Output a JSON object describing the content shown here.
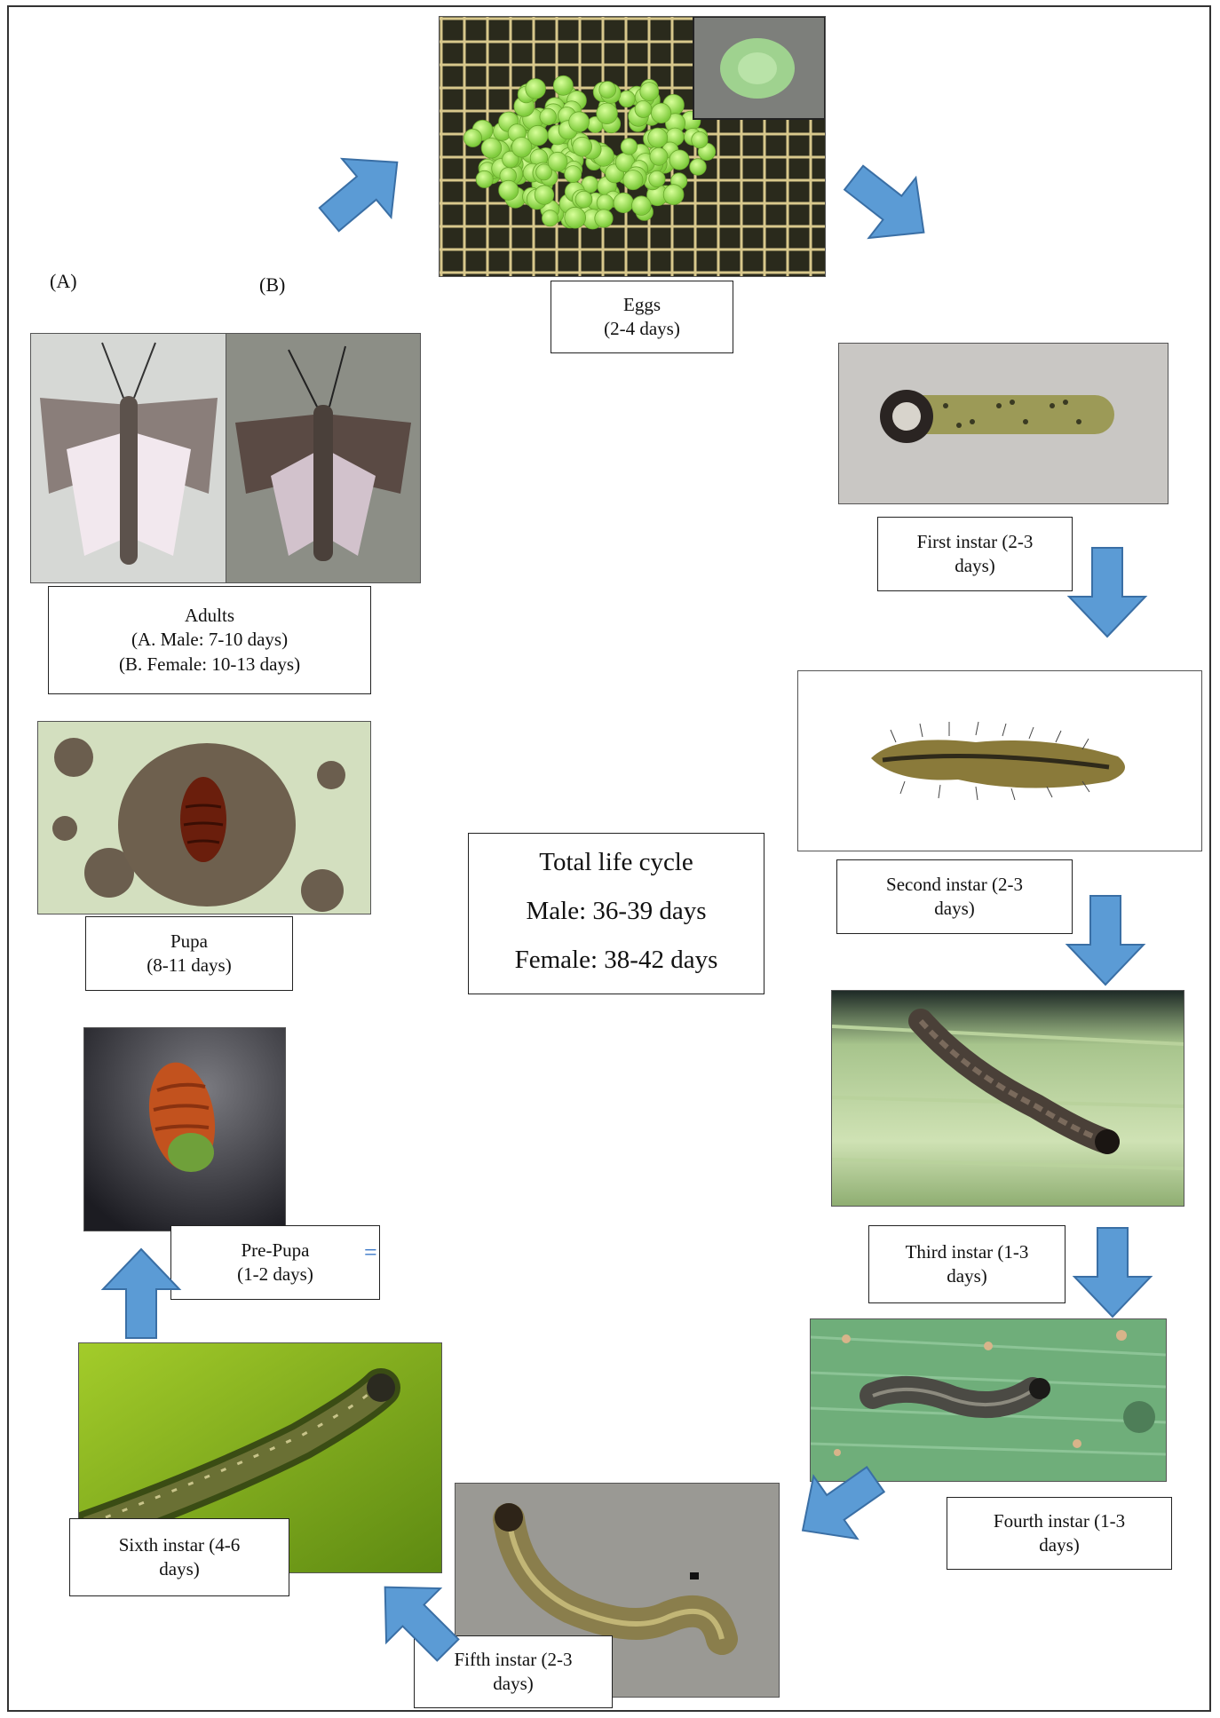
{
  "diagram": {
    "colors": {
      "arrow": "#5b9bd5",
      "arrow_edge": "#3a6fa5"
    },
    "letters": {
      "a": "(A)",
      "b": "(B)"
    },
    "stages": {
      "eggs": {
        "title": "Eggs",
        "duration": "(2-4 days)"
      },
      "first_instar": {
        "line1": "First instar (2-3",
        "line2": "days)"
      },
      "second_instar": {
        "line1": "Second instar (2-3",
        "line2": "days)"
      },
      "third_instar": {
        "line1": "Third instar (1-3",
        "line2": "days)"
      },
      "fourth_instar": {
        "line1": "Fourth instar (1-3",
        "line2": "days)"
      },
      "fifth_instar": {
        "line1": "Fifth instar (2-3",
        "line2": "days)"
      },
      "sixth_instar": {
        "line1": "Sixth instar (4-6",
        "line2": "days)"
      },
      "pre_pupa": {
        "title": "Pre-Pupa",
        "duration": "(1-2 days)"
      },
      "pupa": {
        "title": "Pupa",
        "duration": "(8-11 days)"
      },
      "adults": {
        "title": "Adults",
        "male": "(A. Male: 7-10 days)",
        "female": "(B. Female: 10-13 days)"
      }
    },
    "total": {
      "title": "Total life cycle",
      "male": "Male: 36-39 days",
      "female": "Female: 38-42 days"
    }
  }
}
